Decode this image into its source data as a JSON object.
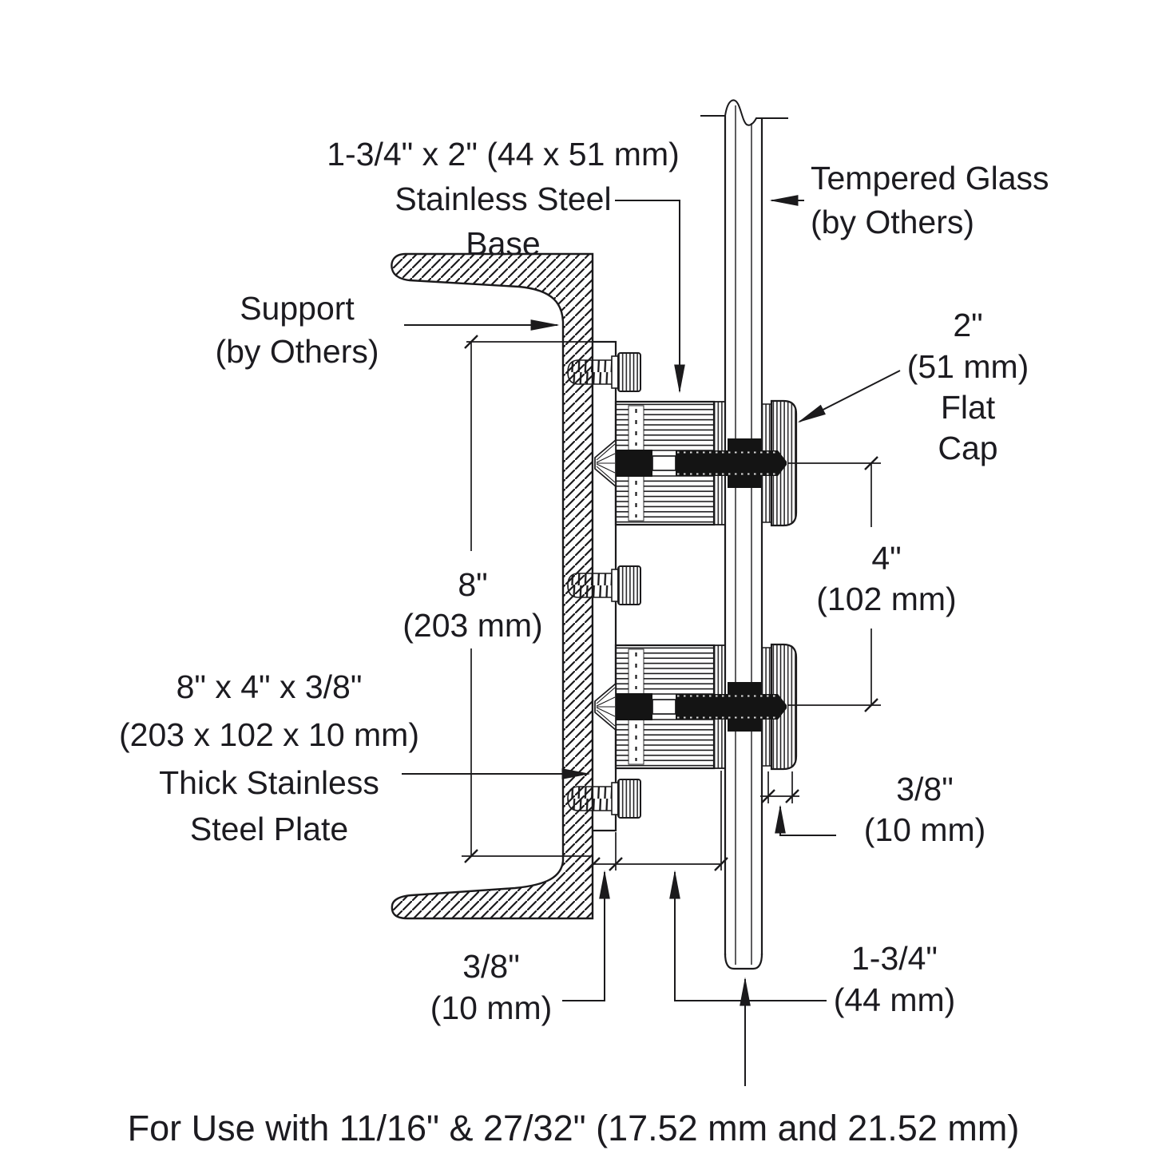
{
  "title": "Glass standoff mounting section detail",
  "colors": {
    "line": "#1b1a1c",
    "text": "#1c1b20",
    "background": "#ffffff",
    "hardware_dark": "#141414"
  },
  "labels": {
    "base": {
      "lines": [
        "1-3/4\" x 2\" (44 x 51 mm)",
        "Stainless Steel",
        "Base"
      ]
    },
    "tempered_glass": {
      "lines": [
        "Tempered Glass",
        "(by Others)"
      ]
    },
    "support": {
      "lines": [
        "Support",
        "(by Others)"
      ]
    },
    "flat_cap": {
      "lines": [
        "2\"",
        "(51 mm)",
        "Flat",
        "Cap"
      ]
    },
    "plate": {
      "lines": [
        "8\" x 4\" x 3/8\"",
        "(203 x 102 x 10 mm)",
        "Thick Stainless",
        "Steel Plate"
      ]
    }
  },
  "dimensions": {
    "plate_height": {
      "lines": [
        "8\"",
        "(203 mm)"
      ]
    },
    "standoff_spacing": {
      "lines": [
        "4\"",
        "(102 mm)"
      ]
    },
    "cap_thickness": {
      "lines": [
        "3/8\"",
        "(10 mm)"
      ]
    },
    "plate_thickness": {
      "lines": [
        "3/8\"",
        "(10 mm)"
      ]
    },
    "base_length": {
      "lines": [
        "1-3/4\"",
        "(44 mm)"
      ]
    }
  },
  "footnote": "For Use with 11/16\" & 27/32\" (17.52 mm and 21.52 mm)"
}
